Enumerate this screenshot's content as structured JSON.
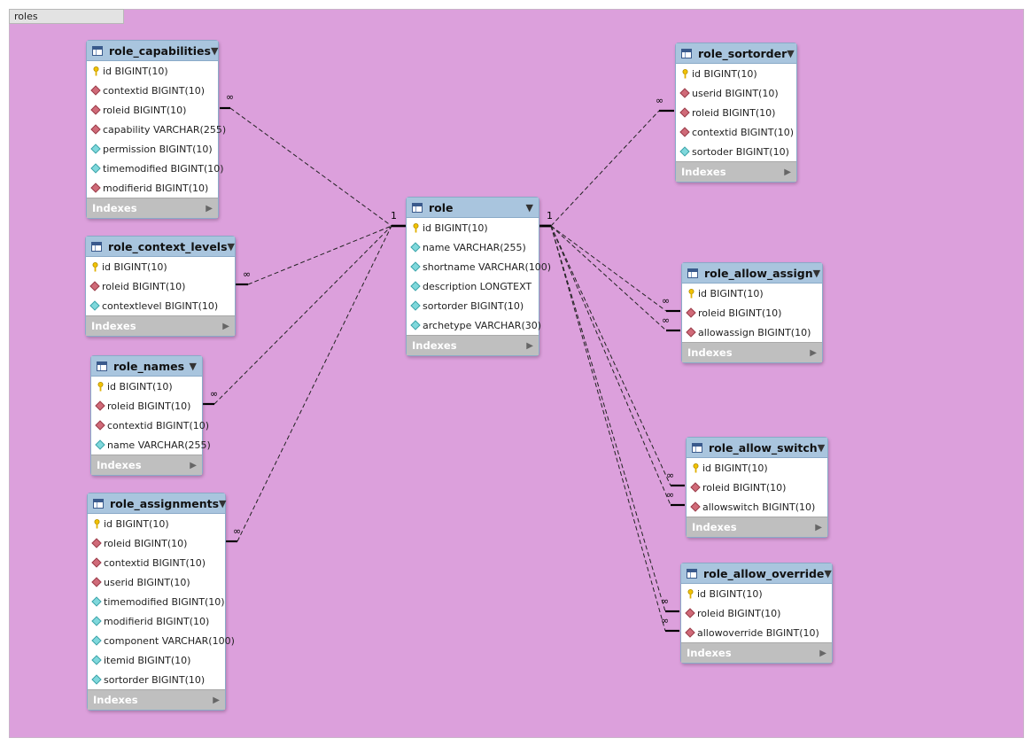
{
  "layer": {
    "name": "roles"
  },
  "index_label": "Indexes",
  "toggle_glyph": "▼",
  "arrow_glyph": "▶",
  "tables": {
    "role_capabilities": {
      "name": "role_capabilities",
      "columns": [
        {
          "text": "id BIGINT(10)",
          "kind": "key"
        },
        {
          "text": "contextid BIGINT(10)",
          "kind": "fk"
        },
        {
          "text": "roleid BIGINT(10)",
          "kind": "fk"
        },
        {
          "text": "capability VARCHAR(255)",
          "kind": "fk"
        },
        {
          "text": "permission BIGINT(10)",
          "kind": "attr"
        },
        {
          "text": "timemodified BIGINT(10)",
          "kind": "attr"
        },
        {
          "text": "modifierid BIGINT(10)",
          "kind": "fk"
        }
      ]
    },
    "role_context_levels": {
      "name": "role_context_levels",
      "columns": [
        {
          "text": "id BIGINT(10)",
          "kind": "key"
        },
        {
          "text": "roleid BIGINT(10)",
          "kind": "fk"
        },
        {
          "text": "contextlevel BIGINT(10)",
          "kind": "attr"
        }
      ]
    },
    "role_names": {
      "name": "role_names",
      "columns": [
        {
          "text": "id BIGINT(10)",
          "kind": "key"
        },
        {
          "text": "roleid BIGINT(10)",
          "kind": "fk"
        },
        {
          "text": "contextid BIGINT(10)",
          "kind": "fk"
        },
        {
          "text": "name VARCHAR(255)",
          "kind": "attr"
        }
      ]
    },
    "role_assignments": {
      "name": "role_assignments",
      "columns": [
        {
          "text": "id BIGINT(10)",
          "kind": "key"
        },
        {
          "text": "roleid BIGINT(10)",
          "kind": "fk"
        },
        {
          "text": "contextid BIGINT(10)",
          "kind": "fk"
        },
        {
          "text": "userid BIGINT(10)",
          "kind": "fk"
        },
        {
          "text": "timemodified BIGINT(10)",
          "kind": "attr"
        },
        {
          "text": "modifierid BIGINT(10)",
          "kind": "attr"
        },
        {
          "text": "component VARCHAR(100)",
          "kind": "attr"
        },
        {
          "text": "itemid BIGINT(10)",
          "kind": "attr"
        },
        {
          "text": "sortorder BIGINT(10)",
          "kind": "attr"
        }
      ]
    },
    "role": {
      "name": "role",
      "columns": [
        {
          "text": "id BIGINT(10)",
          "kind": "key"
        },
        {
          "text": "name VARCHAR(255)",
          "kind": "attr"
        },
        {
          "text": "shortname VARCHAR(100)",
          "kind": "attr"
        },
        {
          "text": "description LONGTEXT",
          "kind": "attr"
        },
        {
          "text": "sortorder BIGINT(10)",
          "kind": "attr"
        },
        {
          "text": "archetype VARCHAR(30)",
          "kind": "attr"
        }
      ]
    },
    "role_sortorder": {
      "name": "role_sortorder",
      "columns": [
        {
          "text": "id BIGINT(10)",
          "kind": "key"
        },
        {
          "text": "userid BIGINT(10)",
          "kind": "fk"
        },
        {
          "text": "roleid BIGINT(10)",
          "kind": "fk"
        },
        {
          "text": "contextid BIGINT(10)",
          "kind": "fk"
        },
        {
          "text": "sortoder BIGINT(10)",
          "kind": "attr"
        }
      ]
    },
    "role_allow_assign": {
      "name": "role_allow_assign",
      "columns": [
        {
          "text": "id BIGINT(10)",
          "kind": "key"
        },
        {
          "text": "roleid BIGINT(10)",
          "kind": "fk"
        },
        {
          "text": "allowassign BIGINT(10)",
          "kind": "fk"
        }
      ]
    },
    "role_allow_switch": {
      "name": "role_allow_switch",
      "columns": [
        {
          "text": "id BIGINT(10)",
          "kind": "key"
        },
        {
          "text": "roleid BIGINT(10)",
          "kind": "fk"
        },
        {
          "text": "allowswitch BIGINT(10)",
          "kind": "fk"
        }
      ]
    },
    "role_allow_override": {
      "name": "role_allow_override",
      "columns": [
        {
          "text": "id BIGINT(10)",
          "kind": "key"
        },
        {
          "text": "roleid BIGINT(10)",
          "kind": "fk"
        },
        {
          "text": "allowoverride BIGINT(10)",
          "kind": "fk"
        }
      ]
    }
  },
  "cardinality": {
    "one": "1",
    "many": "∞"
  }
}
